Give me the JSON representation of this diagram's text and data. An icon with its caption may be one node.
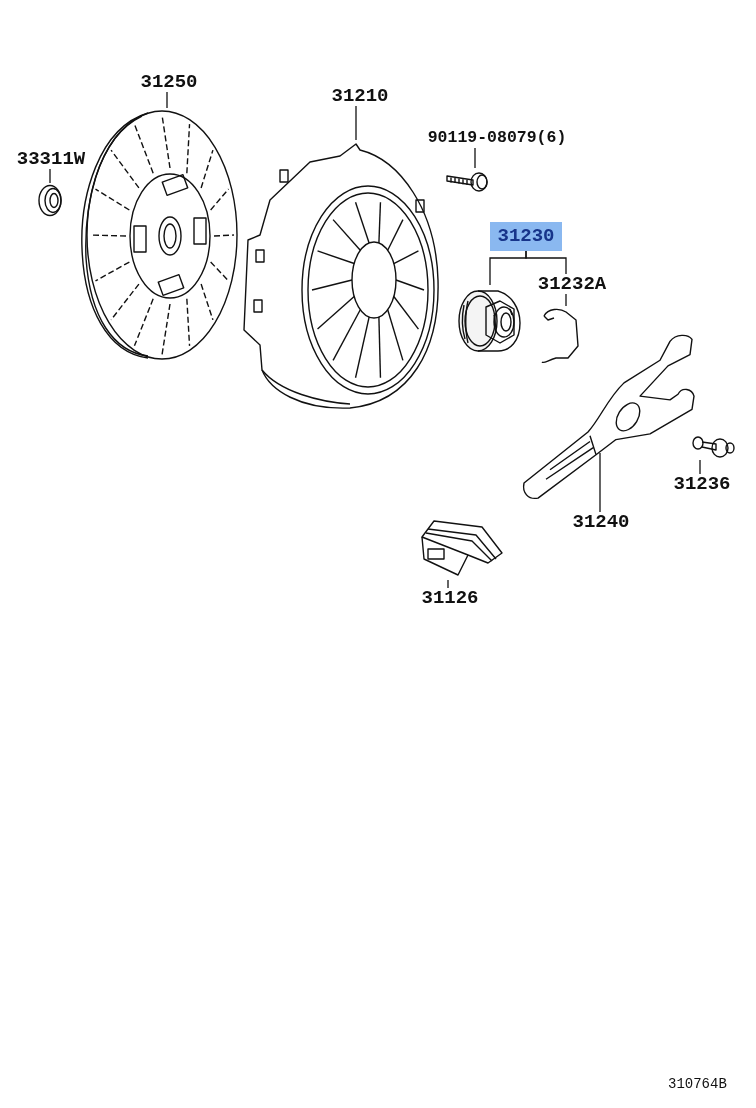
{
  "diagram": {
    "nodes": [
      {
        "text": [
          "31250"
        ]
      },
      {
        "text": [],
        "shape": "picture"
      },
      {
        "text": [
          "33311W"
        ]
      },
      {
        "text": [],
        "shape": "picture"
      },
      {
        "text": [
          "31210"
        ]
      },
      {
        "text": [],
        "shape": "picture"
      },
      {
        "text": [
          "90119-08079(6)"
        ]
      },
      {
        "text": [],
        "shape": "picture"
      },
      {
        "text": [
          "31230"
        ]
      },
      {
        "text": [],
        "shape": "picture"
      },
      {
        "text": [
          "31232A"
        ]
      },
      {
        "text": [],
        "shape": "picture"
      },
      {
        "text": [],
        "shape": "picture"
      },
      {
        "text": [
          "31240"
        ]
      },
      {
        "text": [
          "31236"
        ]
      },
      {
        "text": [],
        "shape": "picture"
      },
      {
        "text": [
          "31126"
        ]
      },
      {
        "text": [],
        "shape": "picture"
      }
    ],
    "edges": [
      {
        "from": 0,
        "to": 1,
        "arrow": "none"
      },
      {
        "from": 2,
        "to": 3,
        "arrow": "none"
      },
      {
        "from": 4,
        "to": 5,
        "arrow": "none"
      },
      {
        "from": 6,
        "to": 7,
        "arrow": "none"
      },
      {
        "from": 8,
        "to": 9,
        "arrow": "none"
      },
      {
        "from": 8,
        "to": 10,
        "arrow": "none"
      },
      {
        "from": 10,
        "to": 11,
        "arrow": "none"
      },
      {
        "from": 13,
        "to": 12,
        "arrow": "none"
      },
      {
        "from": 14,
        "to": 15,
        "arrow": "none"
      },
      {
        "from": 16,
        "to": 17,
        "arrow": "none"
      }
    ],
    "labels": [
      "310764B"
    ]
  }
}
